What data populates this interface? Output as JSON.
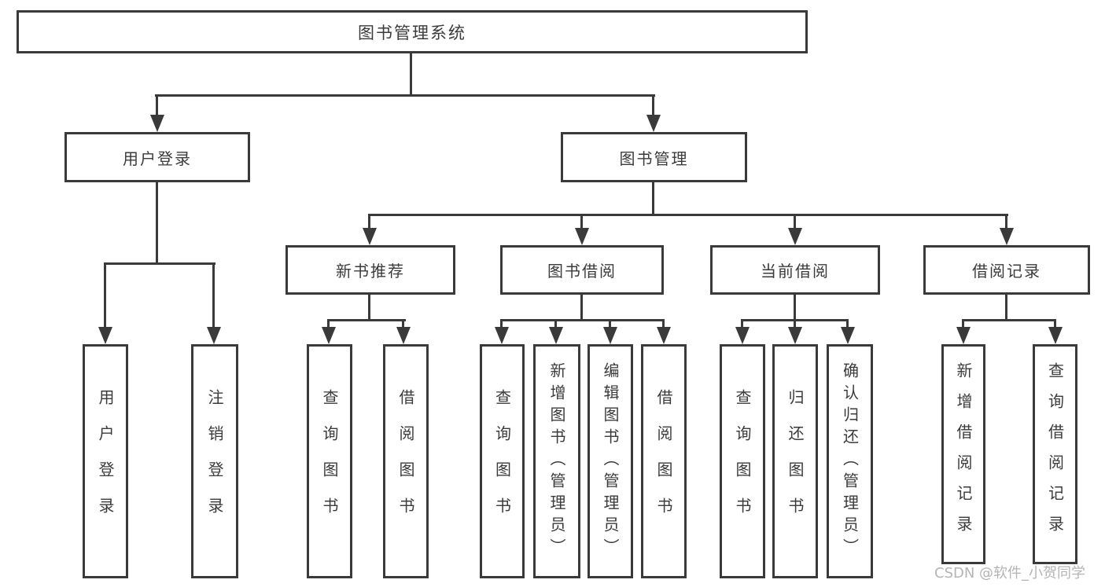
{
  "diagram": {
    "root_label": "图书管理系统",
    "branches": [
      {
        "label": "用户登录",
        "leaves": [
          "用户登录",
          "注销登录"
        ]
      },
      {
        "label": "图书管理",
        "sections": [
          {
            "label": "新书推荐",
            "leaves": [
              "查询图书",
              "借阅图书"
            ]
          },
          {
            "label": "图书借阅",
            "leaves": [
              "查询图书",
              "新增图书（管理员）",
              "编辑图书（管理员）",
              "借阅图书"
            ]
          },
          {
            "label": "当前借阅",
            "leaves": [
              "查询图书",
              "归还图书",
              "确认归还（管理员）"
            ]
          },
          {
            "label": "借阅记录",
            "leaves": [
              "新增借阅记录",
              "查询借阅记录"
            ]
          }
        ]
      }
    ]
  },
  "watermark_text": "CSDN @软件_小贺同学",
  "colors": {
    "line": "#3a3a3a",
    "text": "#3b3b3b",
    "watermark": "#b4b4b4",
    "background": "#ffffff"
  }
}
